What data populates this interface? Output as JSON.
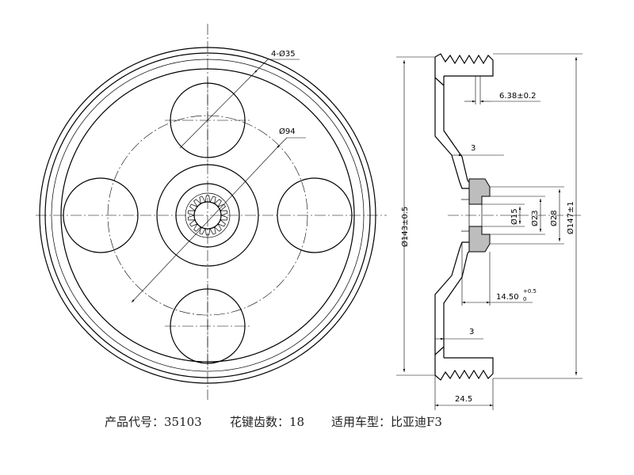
{
  "front_view": {
    "hole_label": "4-Ø35",
    "pcd_label": "Ø94"
  },
  "side_view": {
    "dim_groove_width": "6.38±0.2",
    "dim_wall_top": "3",
    "dim_wall_bottom": "3",
    "dim_bore": "Ø15",
    "dim_hub_inner": "Ø23",
    "dim_hub_outer": "Ø28",
    "dim_outer_dia": "Ø147±1",
    "dim_body_dia": "Ø143±0.5",
    "dim_hub_depth": "14.50",
    "dim_hub_depth_tol_upper": "+0.5",
    "dim_hub_depth_tol_lower": "0",
    "dim_total_width": "24.5"
  },
  "caption": {
    "product_code": "产品代号：35103",
    "spline_teeth": "花键齿数：18",
    "vehicle": "适用车型：比亚迪F3"
  }
}
